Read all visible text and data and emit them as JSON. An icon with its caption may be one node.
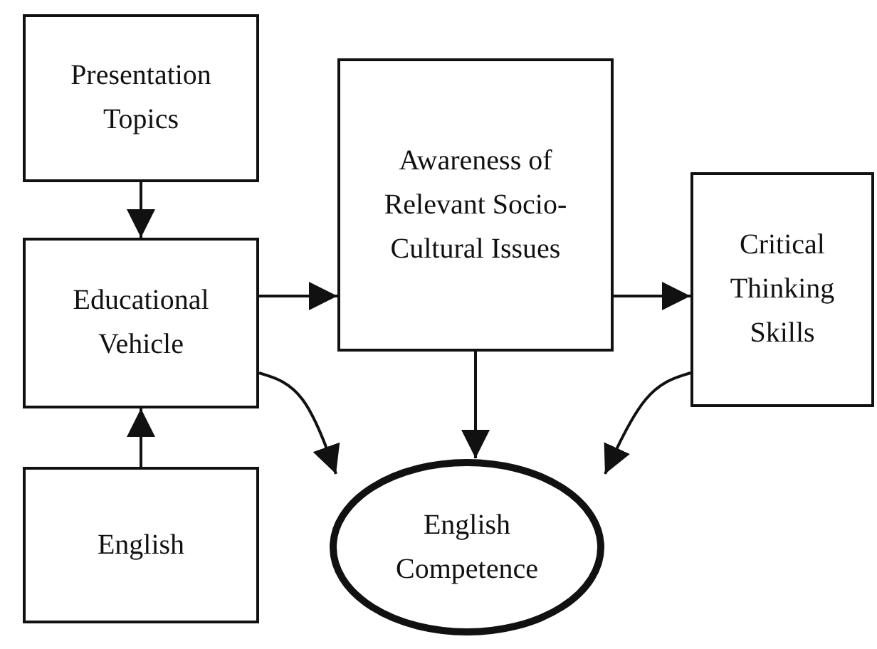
{
  "diagram": {
    "nodes": [
      {
        "text": [
          "Presentation Topics"
        ]
      },
      {
        "text": [
          "Educational Vehicle"
        ]
      },
      {
        "text": [
          "English"
        ]
      },
      {
        "text": [
          "Awareness of Relevant Socio-Cultural Issues"
        ]
      },
      {
        "text": [
          "Critical Thinking Skills"
        ]
      },
      {
        "text": [
          "English Competence"
        ]
      }
    ],
    "edges": [
      {
        "from": 0,
        "to": 1,
        "arrow": "to"
      },
      {
        "from": 2,
        "to": 1,
        "arrow": "to"
      },
      {
        "from": 1,
        "to": 3,
        "arrow": "to"
      },
      {
        "from": 3,
        "to": 4,
        "arrow": "to"
      },
      {
        "from": 3,
        "to": 5,
        "arrow": "to"
      },
      {
        "from": 1,
        "to": 5,
        "arrow": "to"
      },
      {
        "from": 4,
        "to": 5,
        "arrow": "to"
      }
    ]
  }
}
